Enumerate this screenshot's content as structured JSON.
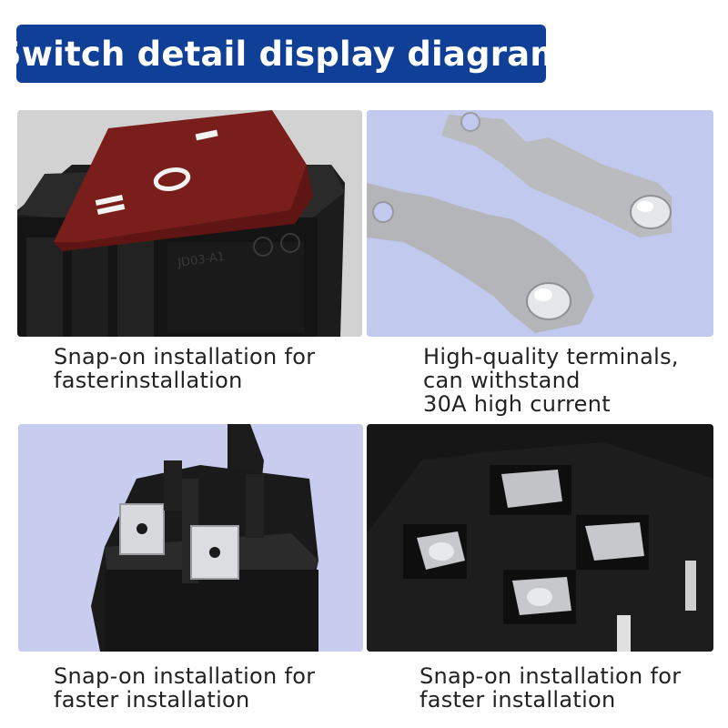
{
  "title": "Switch detail display diagram",
  "colors": {
    "title_bg": "#0f3f96",
    "title_text": "#ffffff",
    "caption_text": "#222222",
    "rocker_red": "#7a1e1c",
    "housing_black": "#1a1a1a",
    "panel_lavender": "#c2c9ef",
    "panel_gray": "#d3d3d3"
  },
  "panels": [
    {
      "image": "rocker-switch-front-image",
      "rocker_symbols": [
        "I",
        "O",
        "II"
      ],
      "housing_text": "JD03-A1",
      "caption_lines": [
        "Snap-on installation for",
        "fasterinstallation"
      ]
    },
    {
      "image": "terminals-image",
      "caption_lines": [
        "High-quality terminals,",
        "can withstand",
        "30A high current"
      ]
    },
    {
      "image": "switch-back-terminals-image",
      "caption_lines": [
        "Snap-on installation for",
        "faster installation"
      ]
    },
    {
      "image": "switch-base-interior-image",
      "caption_lines": [
        "Snap-on installation for",
        "faster installation"
      ]
    }
  ]
}
